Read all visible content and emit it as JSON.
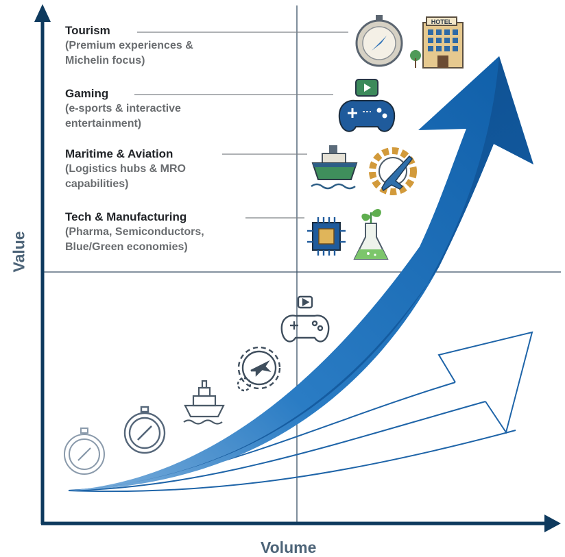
{
  "axes": {
    "x_label": "Volume",
    "y_label": "Value"
  },
  "colors": {
    "axis": "#0e3a5e",
    "arrow_main": "#1668b5",
    "arrow_outline": "#1e64a8",
    "icon_fade": "#8a9aab",
    "icon_mid": "#3f4e5d"
  },
  "sectors": [
    {
      "title": "Tourism",
      "subtitle": "(Premium experiences &\nMichelin focus)",
      "icons": [
        "compass-icon",
        "hotel-icon"
      ]
    },
    {
      "title": "Gaming",
      "subtitle": "(e-sports & interactive\nentertainment)",
      "icons": [
        "gamepad-icon"
      ]
    },
    {
      "title": "Maritime & Aviation",
      "subtitle": "(Logistics hubs & MRO\ncapabilities)",
      "icons": [
        "ship-icon",
        "gear-plane-icon"
      ]
    },
    {
      "title": "Tech & Manufacturing",
      "subtitle": "(Pharma, Semiconductors,\nBlue/Green economies)",
      "icons": [
        "chip-icon",
        "flask-plant-icon"
      ]
    }
  ],
  "hotel_sign": "HOTEL"
}
